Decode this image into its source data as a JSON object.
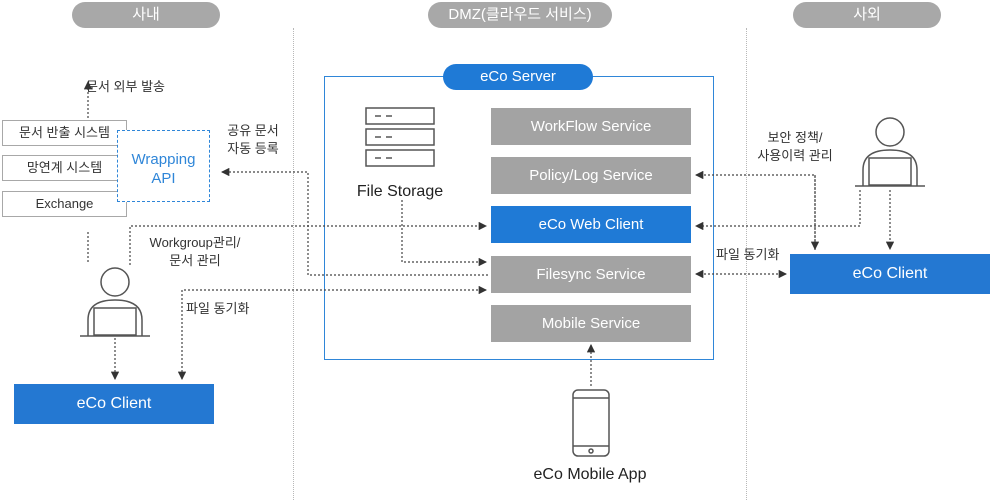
{
  "zones": {
    "internal": "사내",
    "dmz": "DMZ(클라우드 서비스)",
    "external": "사외"
  },
  "server": {
    "title": "eCo Server",
    "file_storage": "File Storage",
    "services": [
      {
        "label": "WorkFlow Service",
        "highlight": false
      },
      {
        "label": "Policy/Log Service",
        "highlight": false
      },
      {
        "label": "eCo Web Client",
        "highlight": true
      },
      {
        "label": "Filesync Service",
        "highlight": false
      },
      {
        "label": "Mobile Service",
        "highlight": false
      }
    ]
  },
  "internal": {
    "doc_external_send": "문서 외부 발송",
    "systems": [
      "문서 반출 시스템",
      "망연계 시스템",
      "Exchange"
    ],
    "wrapping_api_line1": "Wrapping",
    "wrapping_api_line2": "API",
    "shared_doc_line1": "공유 문서",
    "shared_doc_line2": "자동 등록",
    "workgroup_line1": "Workgroup관리/",
    "workgroup_line2": "문서 관리",
    "file_sync": "파일 동기화",
    "client": "eCo Client"
  },
  "external": {
    "security_line1": "보안 정책/",
    "security_line2": "사용이력 관리",
    "file_sync": "파일 동기화",
    "client": "eCo Client"
  },
  "mobile": {
    "label": "eCo Mobile App"
  },
  "colors": {
    "accent_blue": "#1f7ad6",
    "service_gray": "#a3a3a3",
    "zone_gray": "#a8a8a8"
  }
}
